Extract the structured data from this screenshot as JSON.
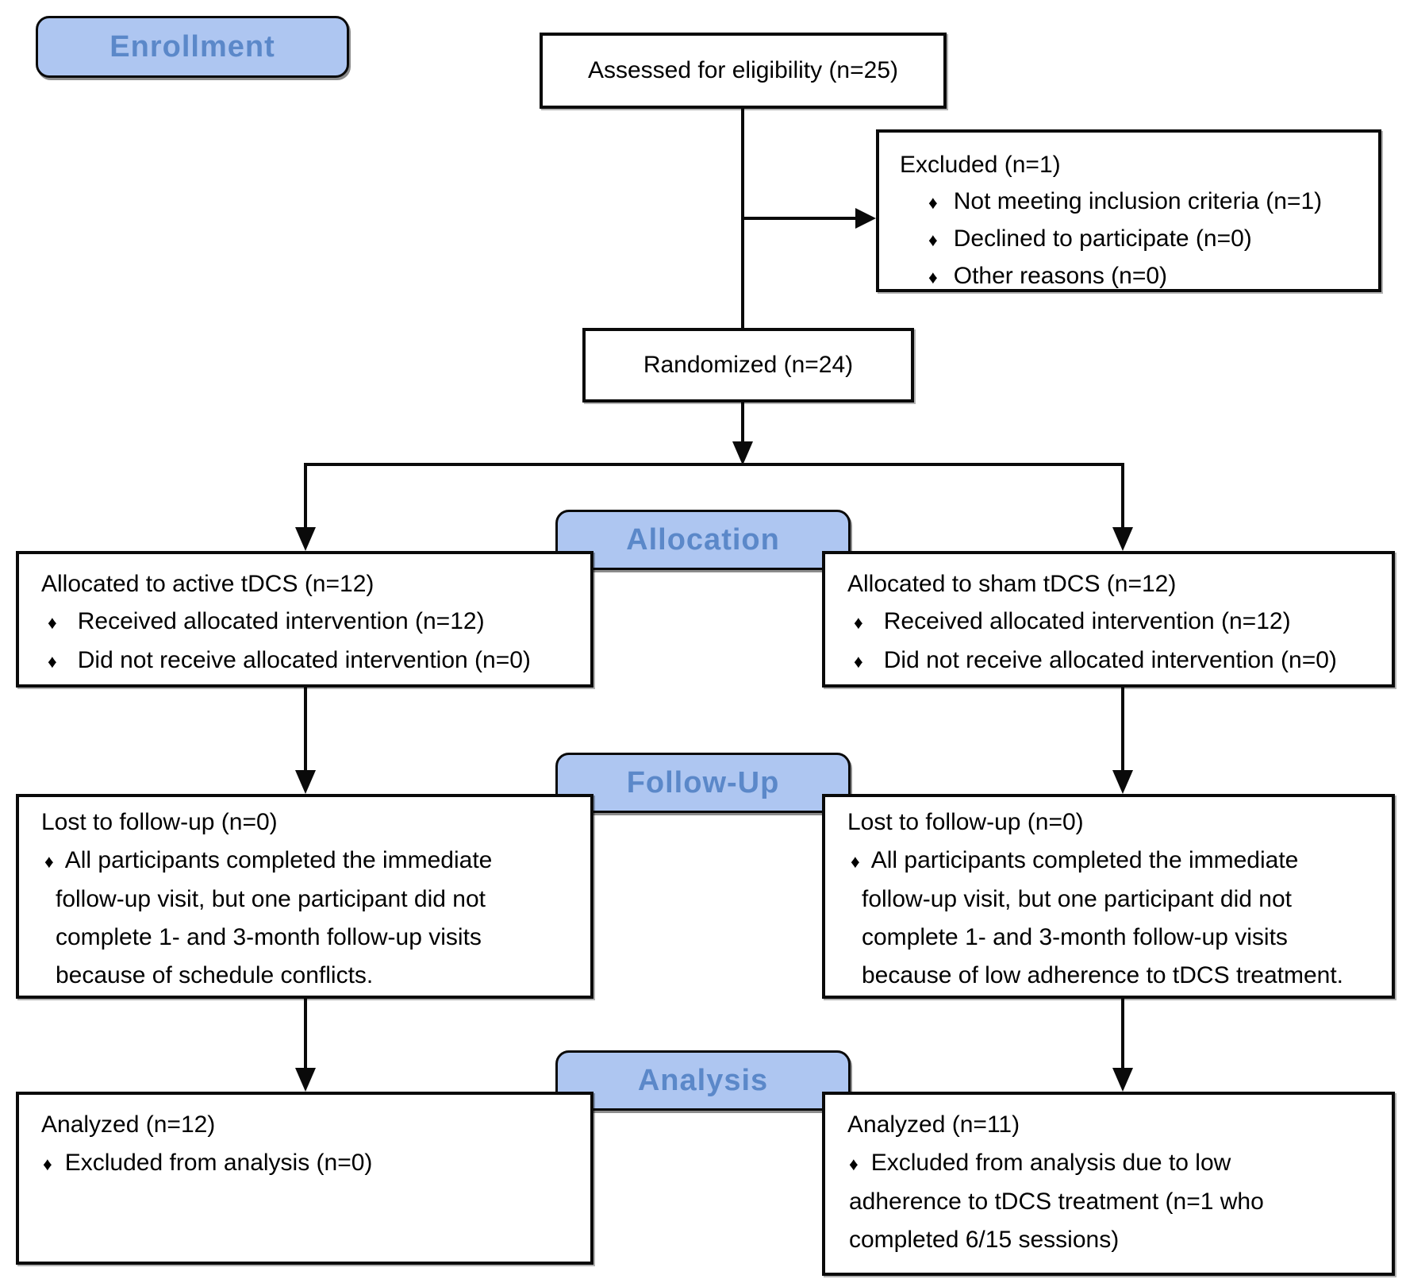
{
  "diagram": {
    "bullet_glyph": "♦",
    "colors": {
      "badge_fill": "#aec6f1",
      "badge_text": "#5b88c9",
      "line": "#0a0a0a",
      "box_background": "#ffffff"
    },
    "stage_labels": {
      "enrollment": "Enrollment",
      "allocation": "Allocation",
      "followup": "Follow-Up",
      "analysis": "Analysis"
    },
    "assessed": {
      "text": "Assessed for eligibility (n=25)"
    },
    "excluded": {
      "title": "Excluded (n=1)",
      "bullets": [
        "Not meeting inclusion criteria (n=1)",
        "Declined to participate (n=0)",
        "Other reasons (n=0)"
      ]
    },
    "randomized": {
      "text": "Randomized (n=24)"
    },
    "allocation": {
      "left": {
        "title": "Allocated to active tDCS (n=12)",
        "bullets": [
          "Received allocated intervention (n=12)",
          "Did not receive allocated intervention (n=0)"
        ]
      },
      "right": {
        "title": "Allocated to sham tDCS (n=12)",
        "bullets": [
          "Received allocated intervention (n=12)",
          "Did not receive allocated intervention (n=0)"
        ]
      }
    },
    "followup": {
      "left": {
        "title": "Lost to follow-up (n=0)",
        "lines": [
          "All participants completed the immediate",
          "follow-up visit, but one participant did not",
          "complete 1- and 3-month follow-up visits",
          "because of schedule conflicts."
        ]
      },
      "right": {
        "title": "Lost to follow-up (n=0)",
        "lines": [
          "All participants completed the immediate",
          "follow-up visit, but one participant did not",
          "complete 1- and 3-month follow-up visits",
          "because of low adherence to tDCS treatment."
        ]
      }
    },
    "analysis": {
      "left": {
        "title": "Analyzed (n=12)",
        "bullets": [
          "Excluded from analysis (n=0)"
        ]
      },
      "right": {
        "title": "Analyzed (n=11)",
        "lines": [
          "Excluded from analysis due to low",
          "adherence to tDCS treatment (n=1 who",
          "completed 6/15 sessions)"
        ]
      }
    }
  }
}
